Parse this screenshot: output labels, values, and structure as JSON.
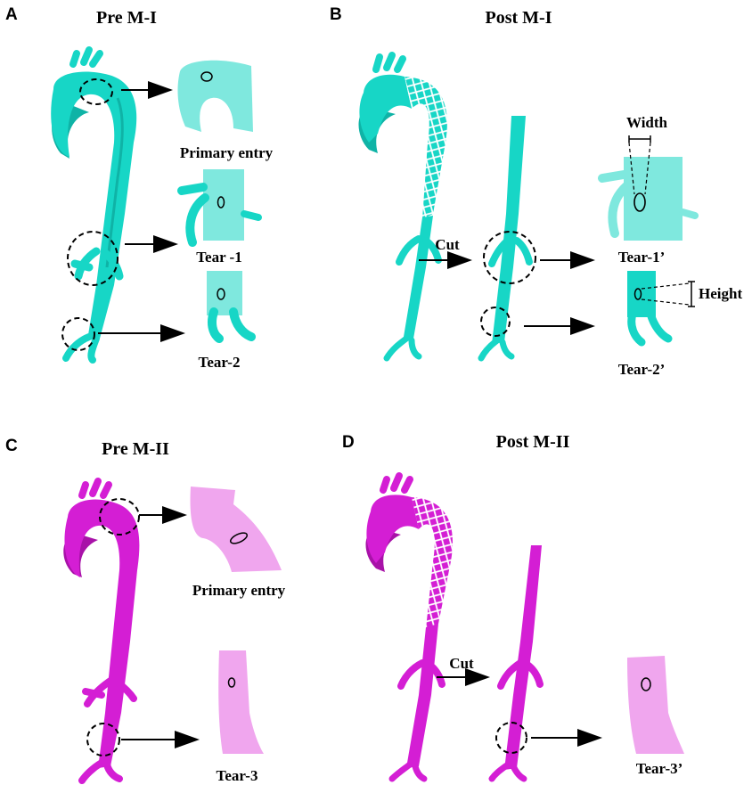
{
  "colors": {
    "cyan": "#17d6c6",
    "cyan_dark": "#0fb3a6",
    "cyan_light": "#7fe8de",
    "magenta": "#d41ed4",
    "magenta_dark": "#a812a8",
    "magenta_light": "#f0a6ee"
  },
  "panels": {
    "A": {
      "letter": "A",
      "title": "Pre M-I",
      "labels": {
        "primary": "Primary entry",
        "tear1": "Tear -1",
        "tear2": "Tear-2"
      }
    },
    "B": {
      "letter": "B",
      "title": "Post M-I",
      "labels": {
        "cut": "Cut",
        "width": "Width",
        "height": "Height",
        "tear1": "Tear-1’",
        "tear2": "Tear-2’"
      }
    },
    "C": {
      "letter": "C",
      "title": "Pre M-II",
      "labels": {
        "primary": "Primary entry",
        "tear3": "Tear-3"
      }
    },
    "D": {
      "letter": "D",
      "title": "Post M-II",
      "labels": {
        "cut": "Cut",
        "tear3": "Tear-3’"
      }
    }
  }
}
